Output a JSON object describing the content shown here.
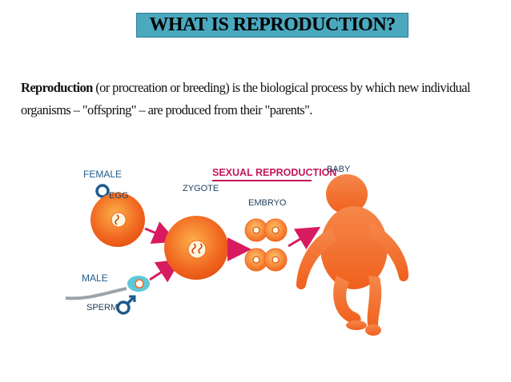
{
  "title": "WHAT IS REPRODUCTION?",
  "definition": {
    "term": "Reproduction",
    "line1_rest": " (or procreation or breeding) is the biological process by which new individual",
    "line2": "organisms – \"offspring\" – are produced from their \"parents\"."
  },
  "diagram": {
    "heading": "SEXUAL REPRODUCTION",
    "female_label": "FEMALE",
    "egg_label": "EGG",
    "male_label": "MALE",
    "sperm_label": "SPERM",
    "zygote_label": "ZYGOTE",
    "embryo_label": "EMBRYO",
    "baby_label": "BABY",
    "colors": {
      "cell_orange": "#f26a22",
      "cell_light": "#fbb04a",
      "heading_magenta": "#c2185b",
      "arrow": "#d81b60",
      "label_blue": "#1f5a8c",
      "sperm_cyan": "#5ec8d8"
    }
  }
}
